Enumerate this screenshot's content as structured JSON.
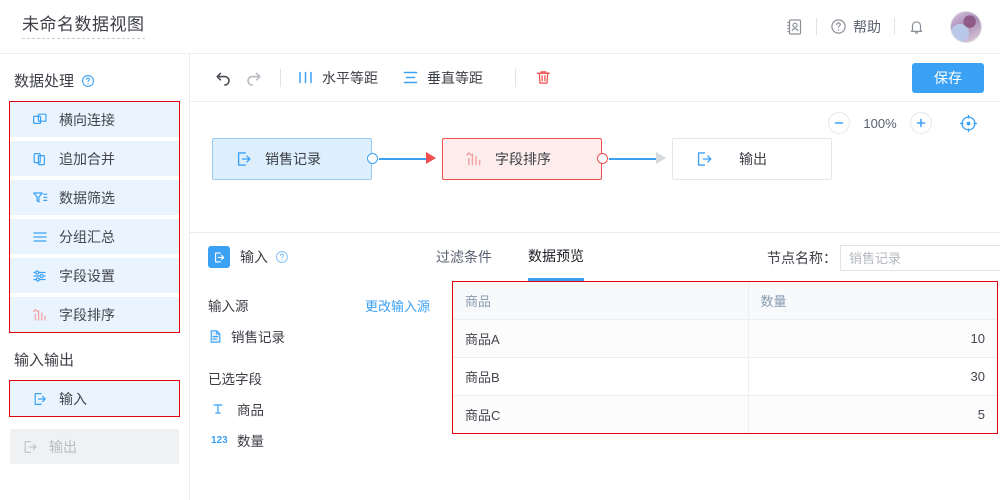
{
  "header": {
    "title": "未命名数据视图",
    "contacts_icon": "contacts-icon",
    "help_label": "帮助",
    "help_icon": "question-circle-icon",
    "bell_icon": "bell-icon",
    "avatar": "user-avatar"
  },
  "sidebar": {
    "sections": [
      {
        "title": "数据处理",
        "help_icon": "question-circle-icon",
        "items": [
          {
            "label": "横向连接",
            "icon": "join-icon",
            "state": "enabled"
          },
          {
            "label": "追加合并",
            "icon": "append-merge-icon",
            "state": "enabled"
          },
          {
            "label": "数据筛选",
            "icon": "filter-icon",
            "state": "enabled"
          },
          {
            "label": "分组汇总",
            "icon": "group-summary-icon",
            "state": "enabled"
          },
          {
            "label": "字段设置",
            "icon": "field-settings-icon",
            "state": "enabled"
          },
          {
            "label": "字段排序",
            "icon": "field-sort-icon",
            "state": "enabled"
          }
        ]
      },
      {
        "title": "输入输出",
        "items": [
          {
            "label": "输入",
            "icon": "input-icon",
            "state": "enabled"
          },
          {
            "label": "输出",
            "icon": "output-icon",
            "state": "disabled"
          }
        ]
      }
    ]
  },
  "toolbar": {
    "undo_icon": "undo-icon",
    "redo_icon": "redo-icon",
    "h_distribute_label": "水平等距",
    "h_distribute_icon": "horizontal-distribute-icon",
    "v_distribute_label": "垂直等距",
    "v_distribute_icon": "vertical-distribute-icon",
    "delete_icon": "trash-icon",
    "save_label": "保存"
  },
  "zoom": {
    "out_icon": "minus-icon",
    "level": "100%",
    "in_icon": "plus-icon",
    "fit_icon": "fit-to-screen-icon"
  },
  "flow": {
    "nodes": [
      {
        "label": "销售记录",
        "icon": "input-icon",
        "type": "input"
      },
      {
        "label": "字段排序",
        "icon": "field-sort-icon",
        "type": "transform-selected"
      },
      {
        "label": "输出",
        "icon": "output-icon",
        "type": "output"
      }
    ]
  },
  "panel": {
    "badge_icon": "input-icon",
    "title": "输入",
    "help_icon": "question-circle-icon",
    "tabs": [
      {
        "label": "过滤条件",
        "active": false
      },
      {
        "label": "数据预览",
        "active": true
      }
    ],
    "node_name_label": "节点名称：",
    "node_name_value": "",
    "node_name_placeholder": "销售记录",
    "source_label": "输入源",
    "change_source_label": "更改输入源",
    "source_name": "销售记录",
    "source_icon": "file-icon",
    "fields_label": "已选字段",
    "fields": [
      {
        "name": "商品",
        "type_icon": "text-type-icon",
        "type_glyph": "T"
      },
      {
        "name": "数量",
        "type_icon": "number-type-icon",
        "type_glyph": "123"
      }
    ]
  },
  "table": {
    "columns": [
      "商品",
      "数量"
    ],
    "rows": [
      {
        "商品": "商品A",
        "数量": "10"
      },
      {
        "商品": "商品B",
        "数量": "30"
      },
      {
        "商品": "商品C",
        "数量": "5"
      }
    ]
  },
  "colors": {
    "accent": "#3ba1f5",
    "selected_border": "#f14e4e",
    "highlight_box": "#e2000f",
    "item_bg": "#e9f4fe"
  }
}
